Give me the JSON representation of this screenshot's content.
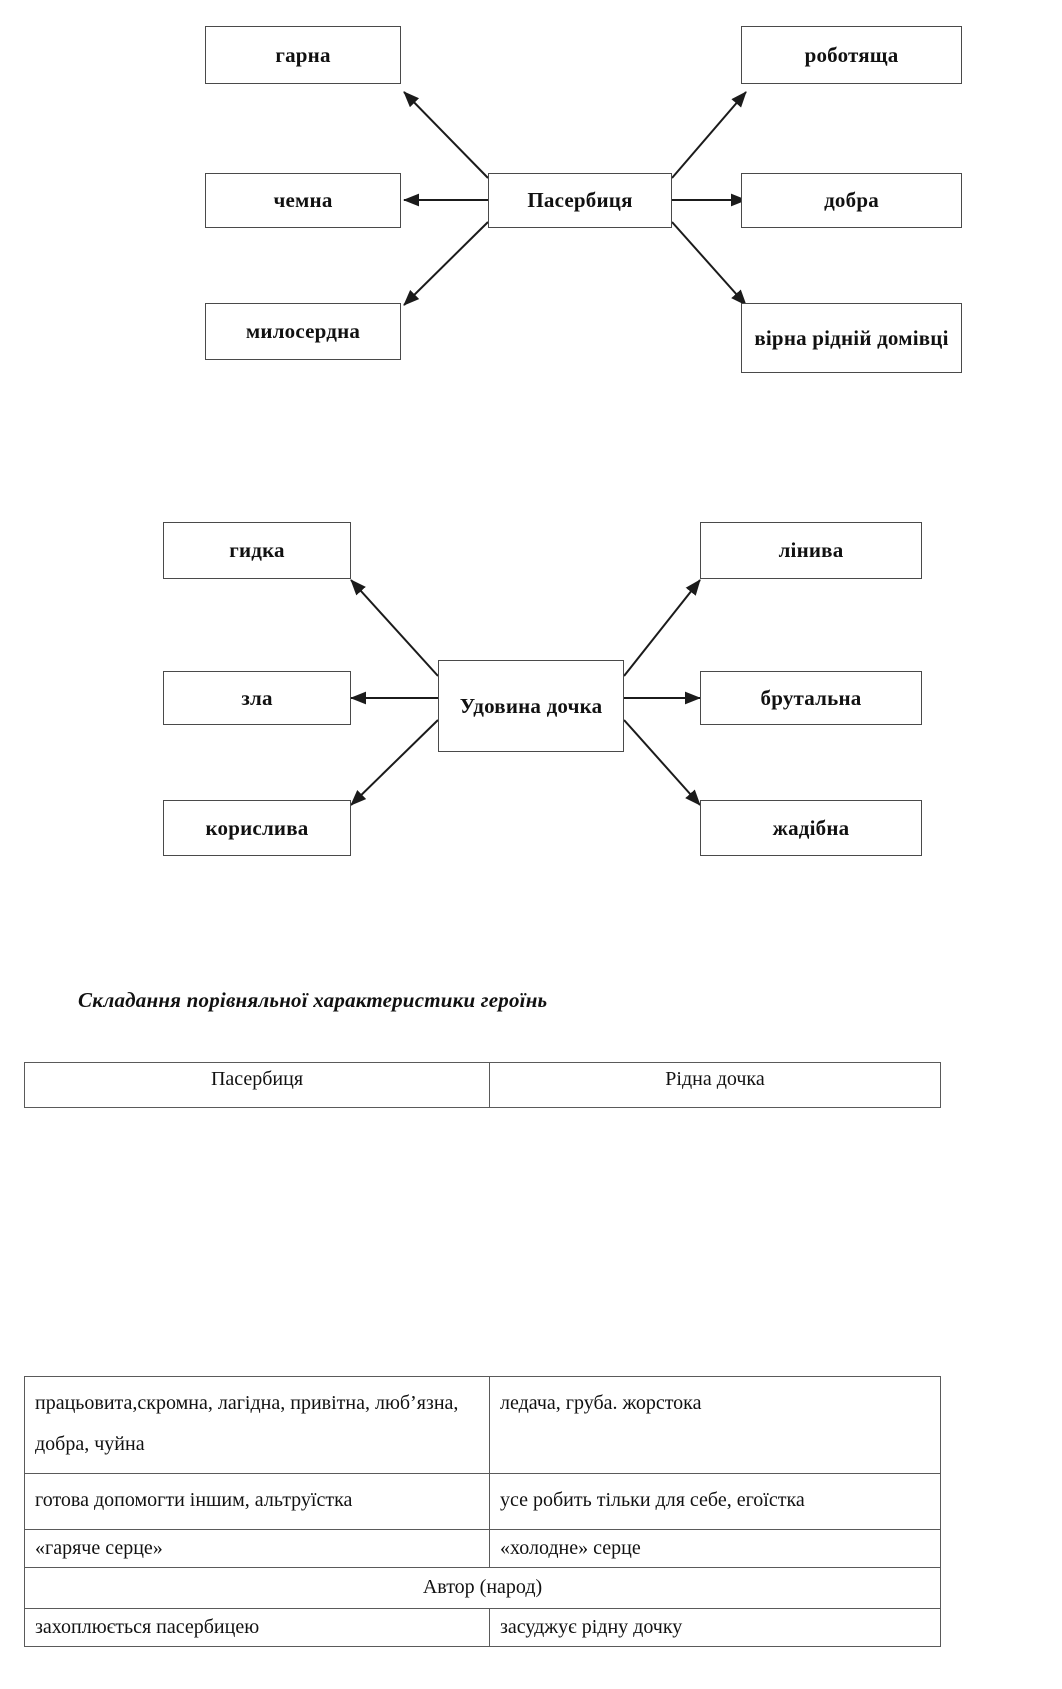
{
  "document": {
    "language": "uk",
    "section_heading": "Складання порівняльної характеристики героїнь"
  },
  "diagram_1": {
    "name": "character-cluster-paserbytsia",
    "center": "Пасербиця",
    "nodes": [
      {
        "id": "d1-top-left",
        "label": "гарна"
      },
      {
        "id": "d1-top-right",
        "label": "роботяща"
      },
      {
        "id": "d1-mid-left",
        "label": "чемна"
      },
      {
        "id": "d1-mid-right",
        "label": "добра"
      },
      {
        "id": "d1-bot-left",
        "label": "милосердна"
      },
      {
        "id": "d1-bot-right",
        "label": "вірна рідній домівці"
      }
    ]
  },
  "diagram_2": {
    "name": "character-cluster-udovyna-dochka",
    "center": "Удовина дочка",
    "nodes": [
      {
        "id": "d2-top-left",
        "label": "гидка"
      },
      {
        "id": "d2-top-right",
        "label": "лінива"
      },
      {
        "id": "d2-mid-left",
        "label": "зла"
      },
      {
        "id": "d2-mid-right",
        "label": "брутальна"
      },
      {
        "id": "d2-bot-left",
        "label": "корислива"
      },
      {
        "id": "d2-bot-right",
        "label": "жадібна"
      }
    ]
  },
  "table_header": {
    "col_a": "Пасербиця",
    "col_b": "Рідна дочка"
  },
  "table_compare": {
    "rows": [
      {
        "type": "pair",
        "col_a": "працьовита,скромна, лагідна, привітна, люб’язна, добра, чуйна",
        "col_b": "ледача, груба. жорстока"
      },
      {
        "type": "pair",
        "col_a": "готова допомогти іншим, альтруїстка",
        "col_b": "усе робить тільки для себе, егоїстка"
      },
      {
        "type": "pair",
        "col_a": "«гаряче серце»",
        "col_b": "«холодне» серце"
      },
      {
        "type": "span",
        "label": "Автор (народ)"
      },
      {
        "type": "pair",
        "col_a": "захоплюється пасербицею",
        "col_b": "засуджує рідну дочку"
      }
    ]
  },
  "colors": {
    "border": "#4a4a4a",
    "table_border": "#5a5a5a",
    "text": "#111111",
    "background": "#ffffff"
  }
}
